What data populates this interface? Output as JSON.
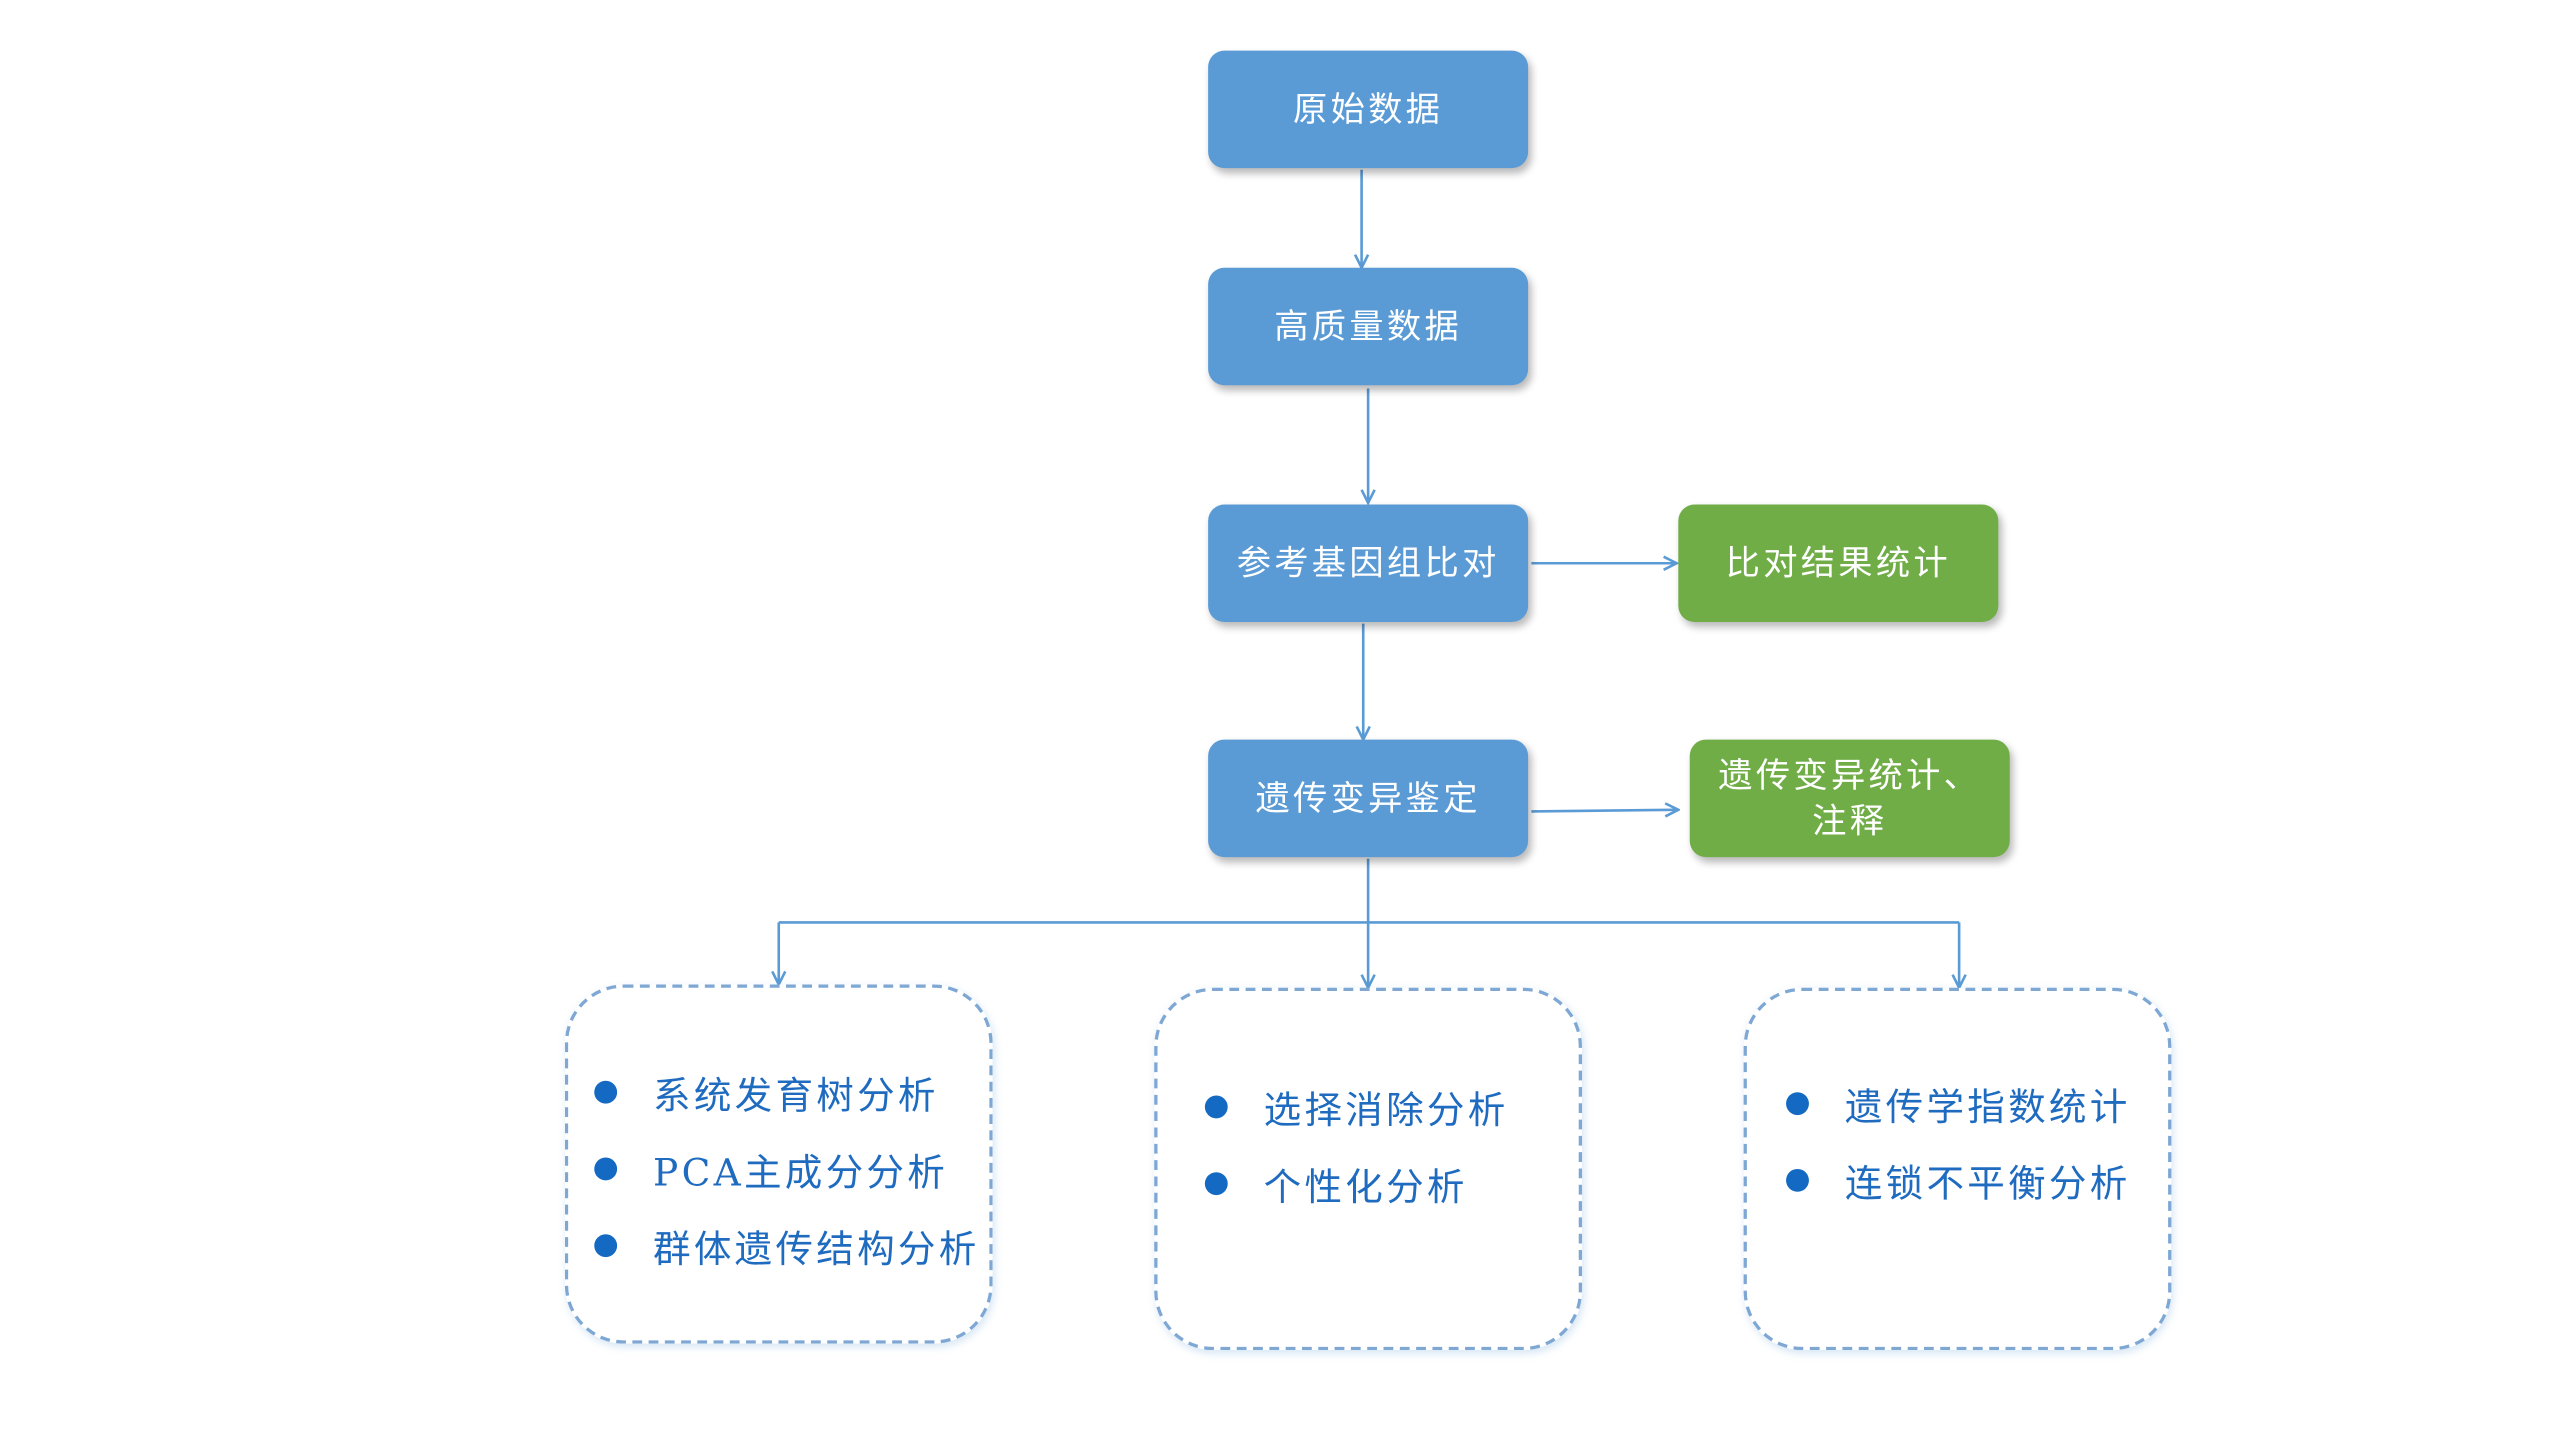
{
  "colors": {
    "primary_box": "#5b9bd5",
    "secondary_box": "#70ad47",
    "connector": "#5b9bd5",
    "panel_text": "#1f6bbf",
    "bullet": "#1469c3"
  },
  "nodes": {
    "raw_data": "原始数据",
    "high_quality_data": "高质量数据",
    "reference_alignment": "参考基因组比对",
    "alignment_stats": "比对结果统计",
    "variant_calling": "遗传变异鉴定",
    "variant_stats": "遗传变异统计、\n注释"
  },
  "panels": {
    "left": {
      "items": [
        "系统发育树分析",
        "PCA主成分分析",
        "群体遗传结构分析"
      ]
    },
    "middle": {
      "items": [
        "选择消除分析",
        "个性化分析"
      ]
    },
    "right": {
      "items": [
        "遗传学指数统计",
        "连锁不平衡分析"
      ]
    }
  }
}
